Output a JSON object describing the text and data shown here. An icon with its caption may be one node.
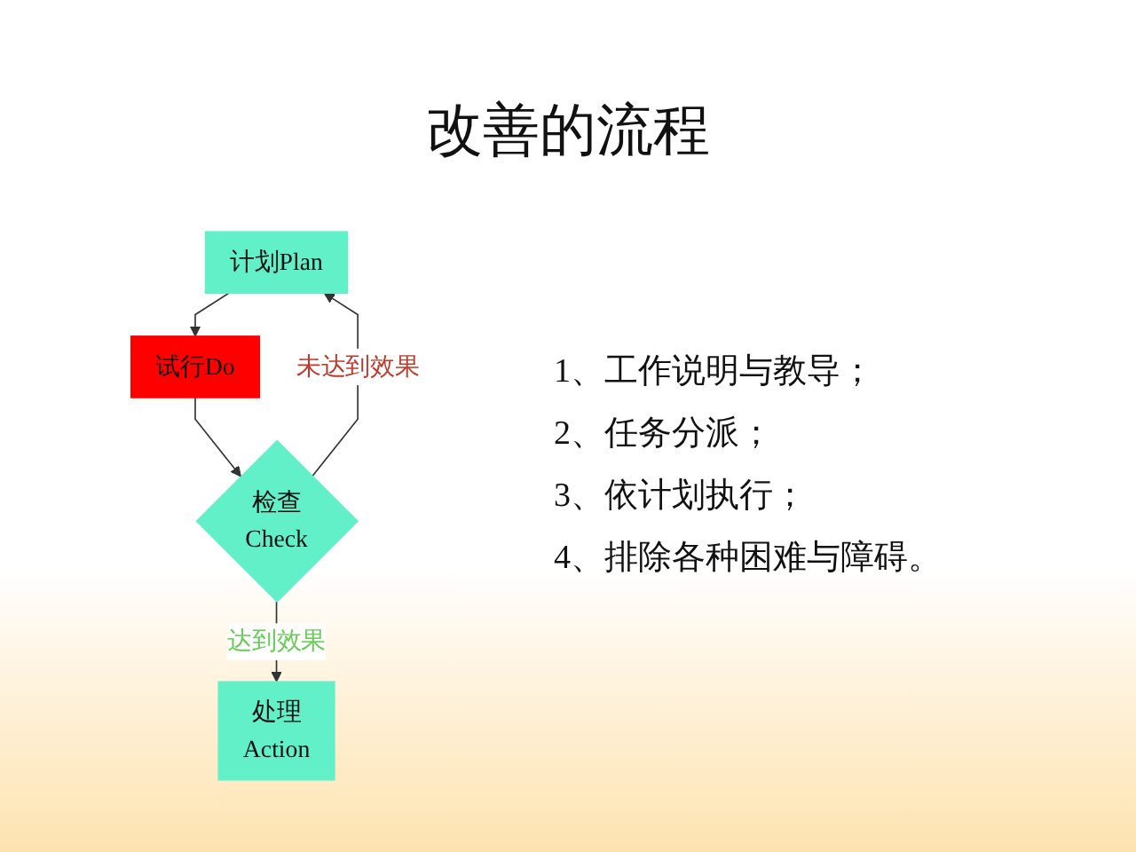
{
  "diagram": {
    "title": "改善的流程",
    "nodes": [
      {
        "text": [
          "计划Plan"
        ]
      },
      {
        "text": [
          "试行Do"
        ]
      },
      {
        "text": [
          "检查",
          "Check"
        ]
      },
      {
        "text": [
          "处理",
          "Action"
        ]
      }
    ],
    "edges": [
      {
        "from": 2,
        "to": 0,
        "arrow": "to",
        "label": "未达到效果"
      },
      {
        "from": 0,
        "to": 1,
        "arrow": "to"
      },
      {
        "from": 1,
        "to": 2,
        "arrow": "to"
      },
      {
        "from": 2,
        "to": 3,
        "arrow": "to",
        "label": "达到效果"
      }
    ],
    "labels": [
      "1、工作说明与教导；",
      "2、任务分派；",
      "3、依计划执行；",
      "4、排除各种困难与障碍。"
    ]
  }
}
